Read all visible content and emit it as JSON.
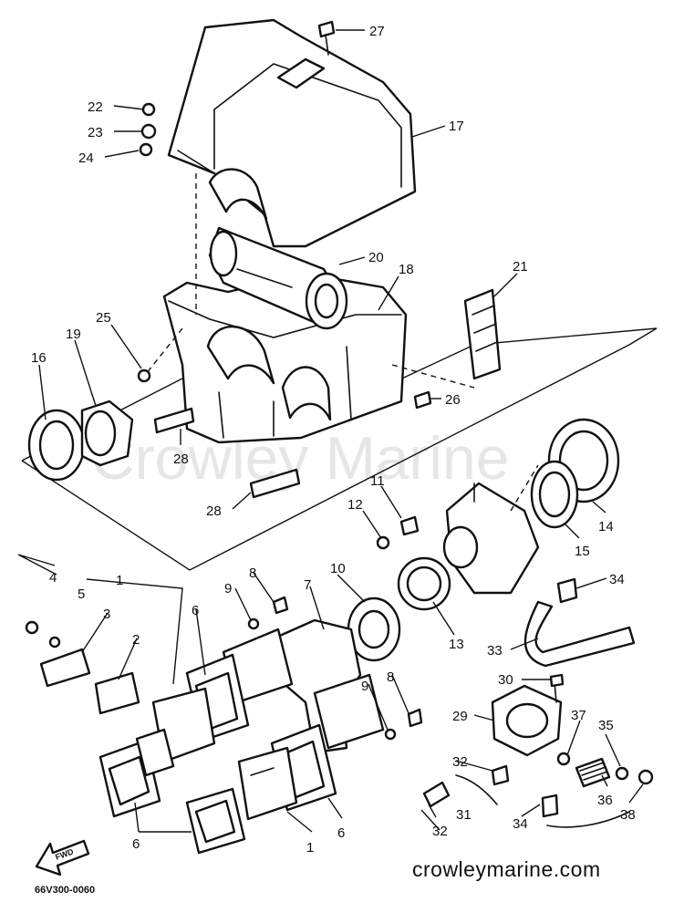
{
  "watermark": "Crowley Marine",
  "caption": "crowleymarine.com",
  "diagram_code": "66V300-0060",
  "fwd_label": "FWD",
  "callouts": [
    "1",
    "2",
    "3",
    "4",
    "5",
    "6",
    "7",
    "8",
    "9",
    "10",
    "11",
    "12",
    "13",
    "14",
    "15",
    "16",
    "17",
    "18",
    "19",
    "20",
    "21",
    "22",
    "23",
    "24",
    "25",
    "26",
    "27",
    "28",
    "29",
    "30",
    "31",
    "32",
    "33",
    "34",
    "35",
    "36",
    "37",
    "38"
  ]
}
